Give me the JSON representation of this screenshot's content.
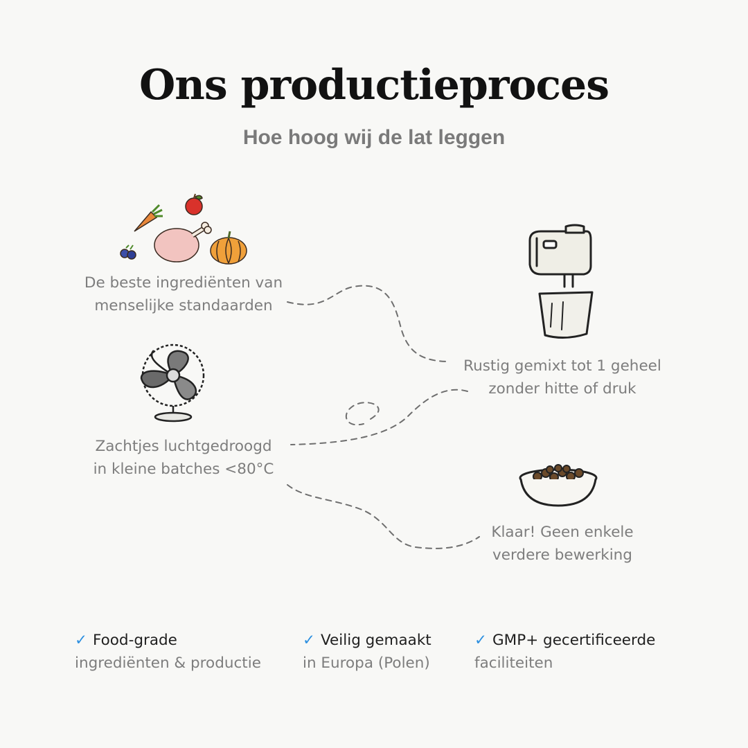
{
  "header": {
    "title": "Ons productieproces",
    "subtitle": "Hoe hoog wij de lat leggen"
  },
  "steps": [
    {
      "icon": "ingredients-icon",
      "line1": "De beste ingrediënten van",
      "line2": "menselijke standaarden"
    },
    {
      "icon": "mixer-icon",
      "line1": "Rustig gemixt tot 1 geheel",
      "line2": "zonder hitte of druk"
    },
    {
      "icon": "fan-icon",
      "line1": "Zachtjes luchtgedroogd",
      "line2": "in kleine batches <80°C"
    },
    {
      "icon": "food-bowl-icon",
      "line1": "Klaar! Geen enkele",
      "line2": "verdere bewerking"
    }
  ],
  "badges": [
    {
      "check": "✓",
      "line1": "Food-grade",
      "line2": "ingrediënten & productie"
    },
    {
      "check": "✓",
      "line1": "Veilig gemaakt",
      "line2": "in Europa (Polen)"
    },
    {
      "check": "✓",
      "line1": "GMP+ gecertificeerde",
      "line2": "faciliteiten"
    }
  ],
  "colors": {
    "background": "#f8f8f6",
    "title": "#121212",
    "text": "#7d7d7d",
    "check": "#2b8fe0"
  }
}
